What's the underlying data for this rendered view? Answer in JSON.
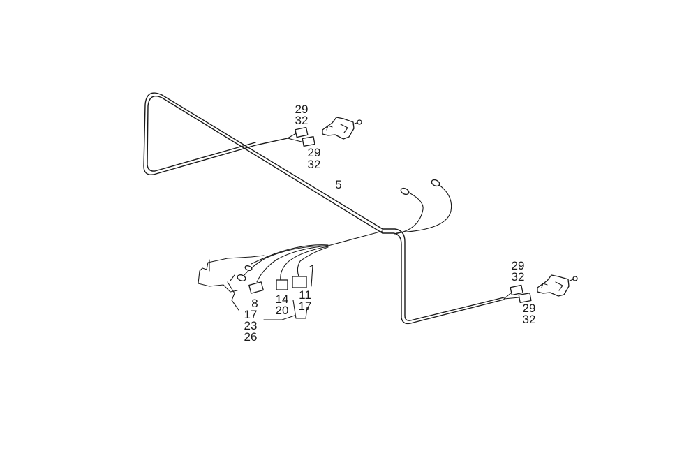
{
  "labels": {
    "upper_plug_a": [
      "29",
      "32"
    ],
    "upper_plug_b": [
      "29",
      "32"
    ],
    "harness": "5",
    "right_plug_a": [
      "29",
      "32"
    ],
    "right_plug_b": [
      "29",
      "32"
    ],
    "connector_8": "8",
    "connector_14_20": [
      "14",
      "20"
    ],
    "connector_11_17": [
      "11",
      "17"
    ],
    "left_group": [
      "17",
      "23",
      "26"
    ]
  }
}
